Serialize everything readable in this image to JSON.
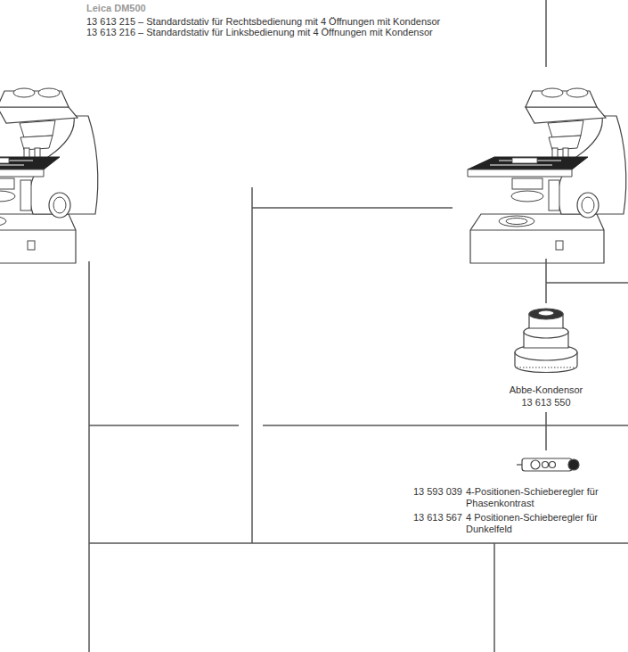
{
  "diagram": {
    "labels": [
      "Leica DM500",
      "13 613 215 – Standardstativ für Rechtsbedienung mit 4 Öffnungen mit Kondensor",
      "13 613 216 – Standardstativ für Linksbedienung mit 4 Öffnungen mit Kondensor",
      "Abbe-Kondensor",
      "13 613 550",
      "13 593 039",
      "4-Positionen-Schieberegler für Phasenkontrast",
      "13 613 567",
      "4 Positionen-Schieberegler für Dunkelfeld"
    ]
  }
}
